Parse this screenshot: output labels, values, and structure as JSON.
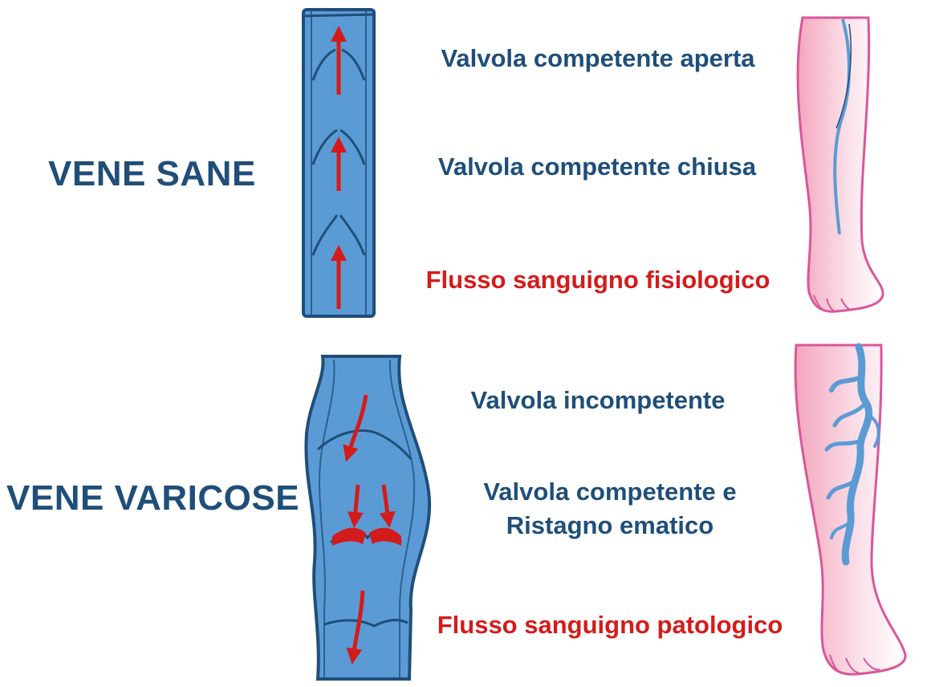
{
  "sections": {
    "healthy": {
      "heading": "VENE SANE",
      "labels": {
        "open_valve": "Valvola competente aperta",
        "closed_valve": "Valvola competente chiusa",
        "flow": "Flusso sanguigno fisiologico"
      }
    },
    "varicose": {
      "heading": "VENE VARICOSE",
      "labels": {
        "incompetent_valve": "Valvola incompetente",
        "competent_line1": "Valvola competente e",
        "competent_line2": "Ristagno ematico",
        "flow": "Flusso sanguigno patologico"
      }
    }
  },
  "colors": {
    "heading": "#1f4e79",
    "vein_fill": "#5b9bd5",
    "vein_outline": "#1f4e79",
    "blood": "#d41b1b",
    "leg_fill": "#f4b8c8",
    "leg_outline": "#d9579a",
    "leg_vein": "#5b9bd5"
  }
}
